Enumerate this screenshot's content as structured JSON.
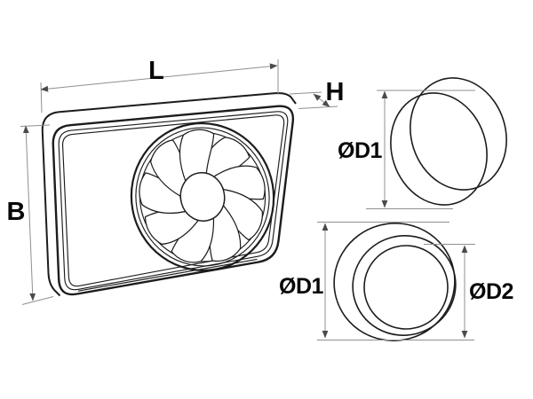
{
  "diagram": {
    "type": "technical-drawing",
    "subject": "duct fan with dimension callouts",
    "views": {
      "main": "fan front panel with impeller, perspective view",
      "top_right": "duct connector ring",
      "bottom_right": "duct reducer adapter"
    },
    "dimension_labels": {
      "length": "L",
      "depth": "H",
      "height": "B",
      "duct_top_diameter": "ØD1",
      "adapter_outer_diameter": "ØD1",
      "adapter_inner_diameter": "ØD2"
    },
    "colors": {
      "line": "#1c1c1c",
      "dimension": "#8f8f8f",
      "arrow": "#4a4a4a",
      "label": "#080808",
      "background": "#ffffff"
    }
  }
}
